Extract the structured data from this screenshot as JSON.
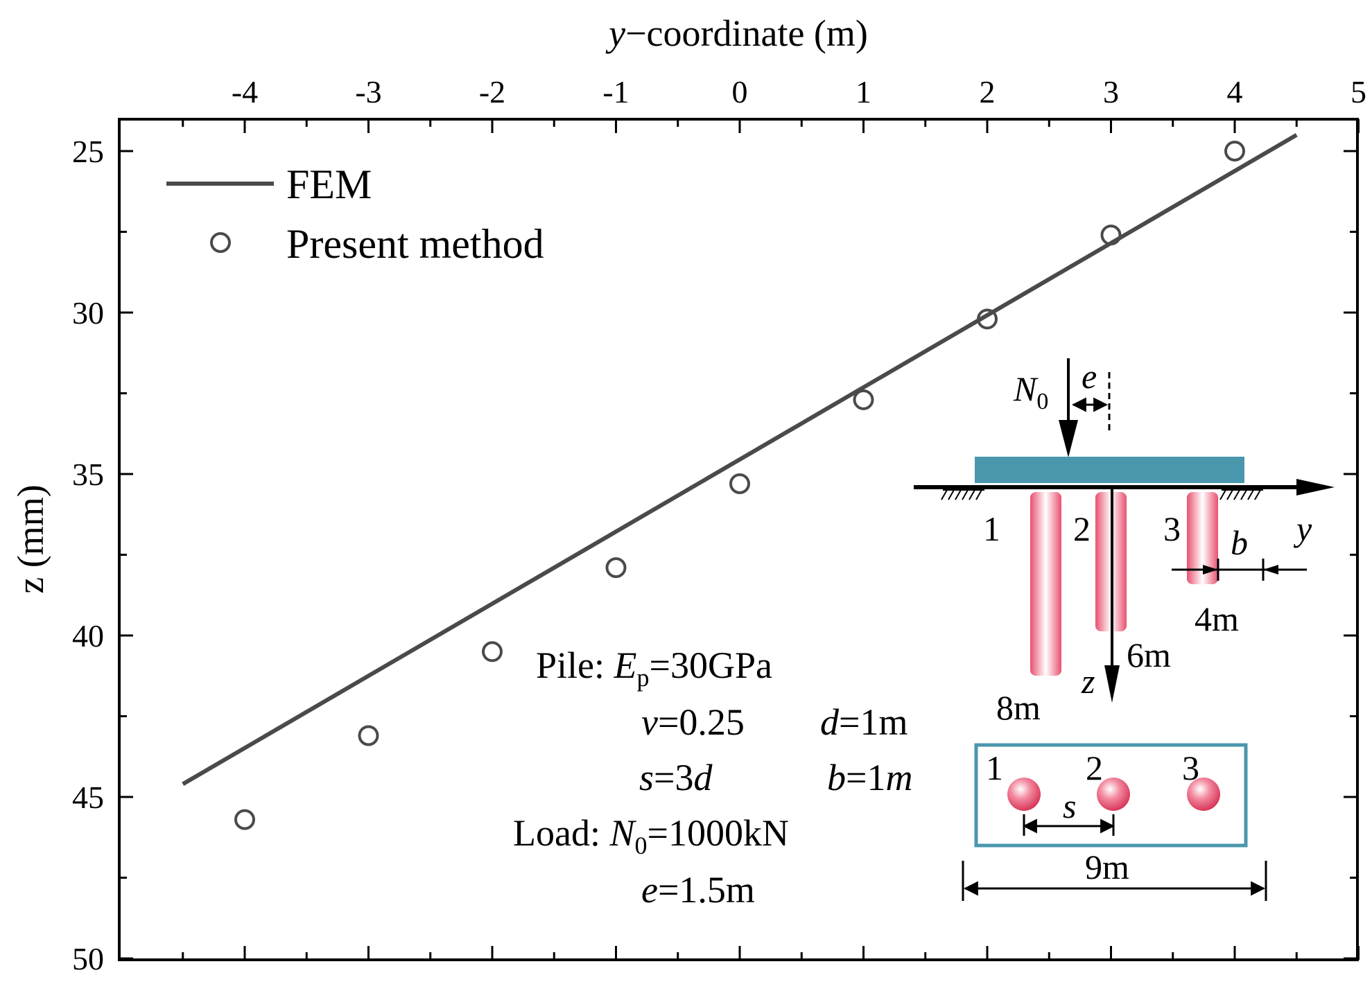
{
  "chart_data": {
    "type": "line",
    "xlabel_italic": "y",
    "xlabel_rest": "−coordinate (m)",
    "ylabel": "z (mm)",
    "x_ticks": [
      -4,
      -3,
      -2,
      -1,
      0,
      1,
      2,
      3,
      4,
      5
    ],
    "y_ticks": [
      25,
      30,
      35,
      40,
      45,
      50
    ],
    "xlim": [
      -5,
      5
    ],
    "ylim": [
      24,
      50
    ],
    "y_inverted": true,
    "x_axis_position": "top",
    "grid": false,
    "legend_placement": "top-left",
    "series": [
      {
        "name": "FEM",
        "style": "line",
        "color": "#4a4a4a",
        "x": [
          -4.5,
          4.5
        ],
        "y": [
          44.6,
          24.5
        ]
      },
      {
        "name": "Present method",
        "style": "open-circle",
        "color": "#4a4a4a",
        "x": [
          -4,
          -3,
          -2,
          -1,
          0,
          1,
          2,
          3,
          4
        ],
        "y": [
          45.7,
          43.1,
          40.5,
          37.9,
          35.3,
          32.7,
          30.2,
          27.6,
          25.0
        ]
      }
    ]
  },
  "parameters": {
    "pile_label": "Pile: ",
    "ep_sym": "E",
    "ep_sub": "p",
    "ep_val": "=30GPa",
    "v_sym": "v",
    "v_val": "=0.25",
    "d_sym": "d",
    "d_val": "=1m",
    "s_sym": "s",
    "s_val": "=3",
    "s_d": "d",
    "b_sym": "b",
    "b_val": "=1",
    "b_unit": "m",
    "load_label": "Load: ",
    "n0_sym": "N",
    "n0_sub": "0",
    "n0_val": "=1000kN",
    "e_sym": "e",
    "e_val": "=1.5m"
  },
  "inset": {
    "load_N": "N",
    "load_sub": "0",
    "ecc": "e",
    "axis_y": "y",
    "axis_z": "z",
    "pile_nums": [
      "1",
      "2",
      "3"
    ],
    "pile_lengths": [
      "8m",
      "6m",
      "4m"
    ],
    "b_label": "b",
    "s_label": "s",
    "width_label": "9m",
    "cap_color": "#4a97ad",
    "pile_color": "#e85a78",
    "box_color": "#4a97ad"
  }
}
